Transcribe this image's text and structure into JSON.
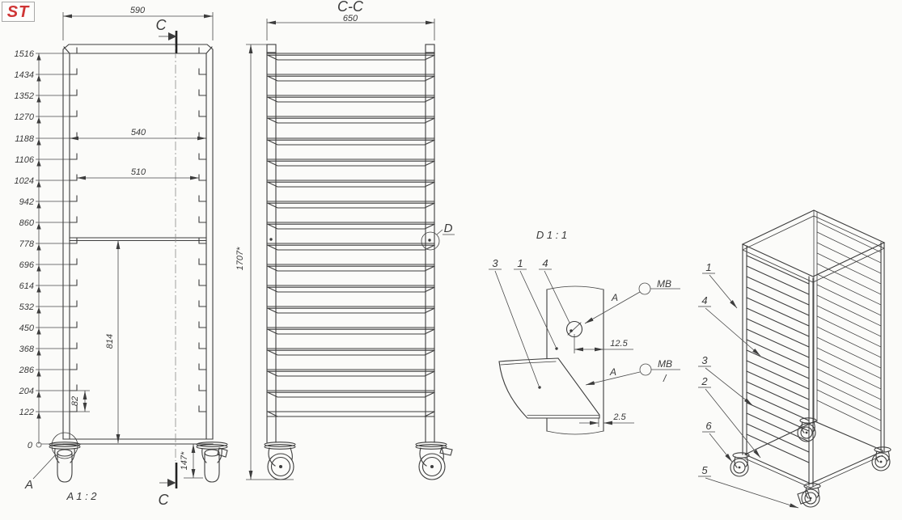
{
  "logo": {
    "text": "ST"
  },
  "colors": {
    "line": "#3d3d3d",
    "logo_red": "#cf3535",
    "background": "#fbfbf9"
  },
  "front_view": {
    "levels": [
      "1516",
      "1434",
      "1352",
      "1270",
      "1188",
      "1106",
      "1024",
      "942",
      "860",
      "778",
      "696",
      "614",
      "532",
      "450",
      "368",
      "286",
      "204",
      "122"
    ],
    "zero_label": "0",
    "dim_overall_width": "590",
    "dim_inner_width": "540",
    "dim_rail_span": "510",
    "dim_brace_height": "814",
    "dim_level_pitch": "82",
    "dim_caster_height": "147*",
    "section_label_top": "C",
    "section_label_bottom": "C",
    "detail_label": "A",
    "detail_scale_note": "A 1 : 2"
  },
  "section_view": {
    "title": "C-C",
    "dim_overall_width": "650",
    "dim_overall_height": "1707*",
    "detail_label": "D"
  },
  "detail_view": {
    "title": "D 1 : 1",
    "callout_shelf": "3",
    "callout_post": "1",
    "callout_nut": "4",
    "weld_top": {
      "arrow_label": "A",
      "ref_label": "MB"
    },
    "weld_bottom": {
      "arrow_label": "A",
      "ref_label": "MB",
      "ref_suffix": "/"
    },
    "dim_hole_offset": "12.5",
    "dim_plate_gap": "2.5"
  },
  "iso_view": {
    "callout_post": "1",
    "callout_rail_upper": "4",
    "callout_rail_lower": "3",
    "callout_bottom_frame": "2",
    "callout_caster": "6",
    "callout_caster_brake": "5"
  }
}
